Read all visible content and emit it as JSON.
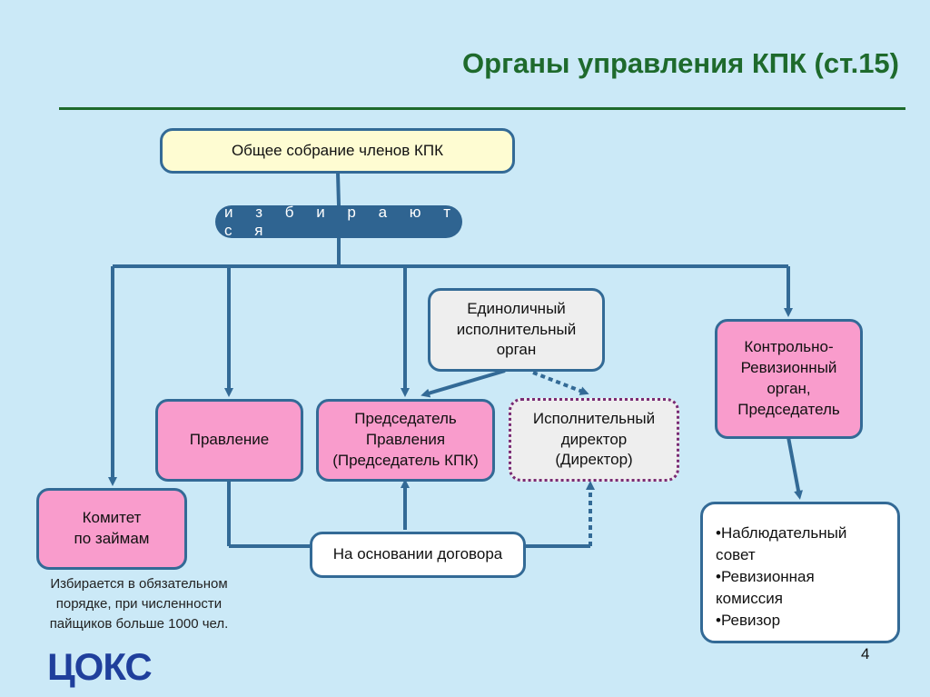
{
  "title": "Органы управления КПК (ст.15)",
  "elect_label": "и з б и р а ю т с я",
  "nodes": {
    "general_meeting": "Общее собрание членов КПК",
    "sole_executive": "Единоличный\nисполнительный\nорган",
    "board": "Правление",
    "chairman": "Председатель\nПравления\n(Председатель КПК)",
    "exec_director": "Исполнительный\nдиректор\n(Директор)",
    "control_audit": "Контрольно-\nРевизионный\nорган,\nПредседатель",
    "loan_committee": "Комитет\nпо займам",
    "contract": "На основании договора"
  },
  "audit_options": [
    "•Наблюдательный\nсовет",
    "•Ревизионная\nкомиссия",
    "•Ревизор"
  ],
  "note": "Избирается в обязательном порядке, при численности пайщиков больше 1000 чел.",
  "logo_text": "ЦОКС",
  "page_number": "4",
  "colors": {
    "background": "#cbe9f7",
    "title": "#1e6a2c",
    "line": "#336a96",
    "pink_fill": "#f99ccc",
    "yellow_fill": "#fefcd2",
    "gray_fill": "#eeeeee",
    "dotted_border": "#7a2b74",
    "logo": "#1f3f9c"
  }
}
